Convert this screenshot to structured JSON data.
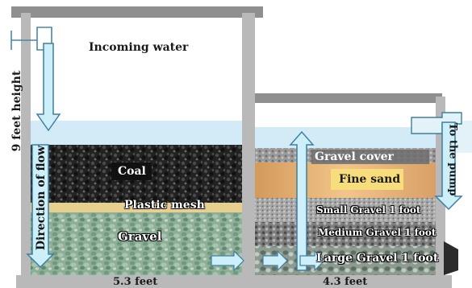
{
  "labels": {
    "incoming_water": "Incoming water",
    "height": "9 feet height",
    "direction_of_flow": "Direction of flow",
    "coal": "Coal",
    "plastic_mesh": "Plastic mesh",
    "gravel": "Gravel",
    "gravel_cover": "Gravel cover",
    "fine_sand": "Fine sand",
    "small_gravel": "Small Gravel 1 foot",
    "medium_gravel": "Medium Gravel 1 foot",
    "large_gravel": "Large Gravel 1 foot",
    "to_the_pump": "To the pump",
    "width_left": "5.3 feet",
    "width_right": "4.3 feet"
  },
  "colors": {
    "wall": "#b9b9b9",
    "water": "#cfe9f5",
    "arrow_fill": "#c9eef9",
    "arrow_stroke": "#3f7f9f",
    "fine_sand": "#f3d07a",
    "plastic_mesh": "#e9cf8f",
    "coal": "#1e1e1e"
  }
}
